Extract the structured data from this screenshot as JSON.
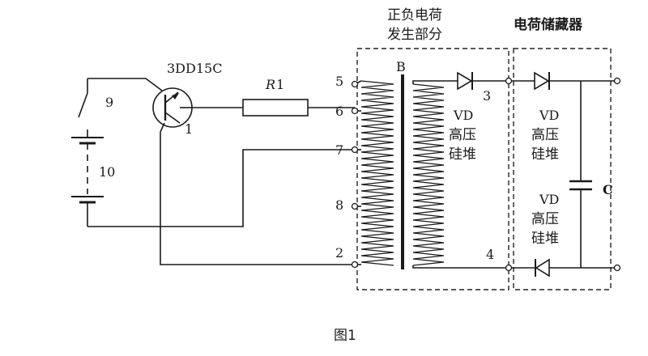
{
  "headings": {
    "generator_line1": "正负电荷",
    "generator_line2": "发生部分",
    "storage": "电荷储藏器"
  },
  "components": {
    "transistor": "3DD15C",
    "resistor_letter": "R",
    "resistor_index": "1",
    "transformer": "B",
    "capacitor": "C"
  },
  "pin_labels": {
    "switch": "9",
    "transistor_pin": "1",
    "battery": "10",
    "p5": "5",
    "p6": "6",
    "p7": "7",
    "p8": "8",
    "p2": "2",
    "p3": "3",
    "p4": "4"
  },
  "diode_labels": {
    "vd1_line1": "VD",
    "vd1_line2": "高压",
    "vd1_line3": "硅堆",
    "vd2_line1": "VD",
    "vd2_line2": "高压",
    "vd2_line3": "硅堆",
    "vd3_line1": "VD",
    "vd3_line2": "高压",
    "vd3_line3": "硅堆"
  },
  "caption": "图1"
}
